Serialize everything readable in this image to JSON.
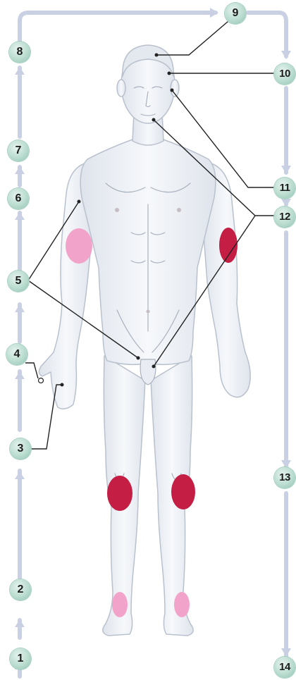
{
  "colors": {
    "path_line": "#c9d0e4",
    "body_fill": "#eef1f6",
    "body_stroke": "#b9c1cd",
    "pink_light": "#f2a3c9",
    "crimson": "#c41e45",
    "badge": "#b9dccf",
    "leader_line": "#222222"
  },
  "labels": [
    {
      "id": "1",
      "text": "1"
    },
    {
      "id": "2",
      "text": "2"
    },
    {
      "id": "3",
      "text": "3"
    },
    {
      "id": "4",
      "text": "4"
    },
    {
      "id": "5",
      "text": "5"
    },
    {
      "id": "6",
      "text": "6"
    },
    {
      "id": "7",
      "text": "7"
    },
    {
      "id": "8",
      "text": "8"
    },
    {
      "id": "9",
      "text": "9"
    },
    {
      "id": "10",
      "text": "10"
    },
    {
      "id": "11",
      "text": "11"
    },
    {
      "id": "12",
      "text": "12"
    },
    {
      "id": "13",
      "text": "13"
    },
    {
      "id": "14",
      "text": "14"
    }
  ]
}
